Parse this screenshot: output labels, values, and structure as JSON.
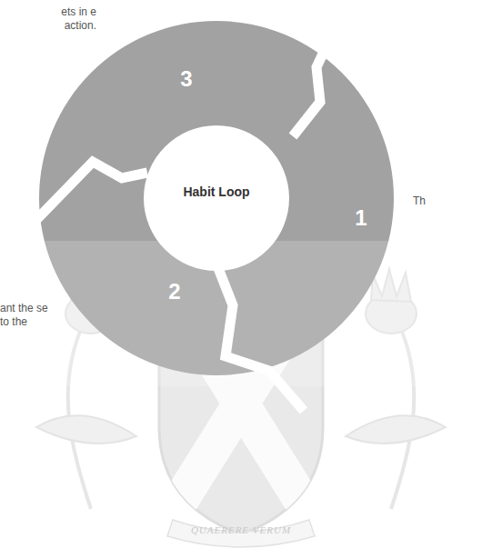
{
  "diagram": {
    "labels": [
      "ets in e action.",
      "3",
      "Habit Loop",
      "1",
      "Th",
      "2",
      "ant the se to the",
      "QUAERERE VERUM"
    ]
  }
}
